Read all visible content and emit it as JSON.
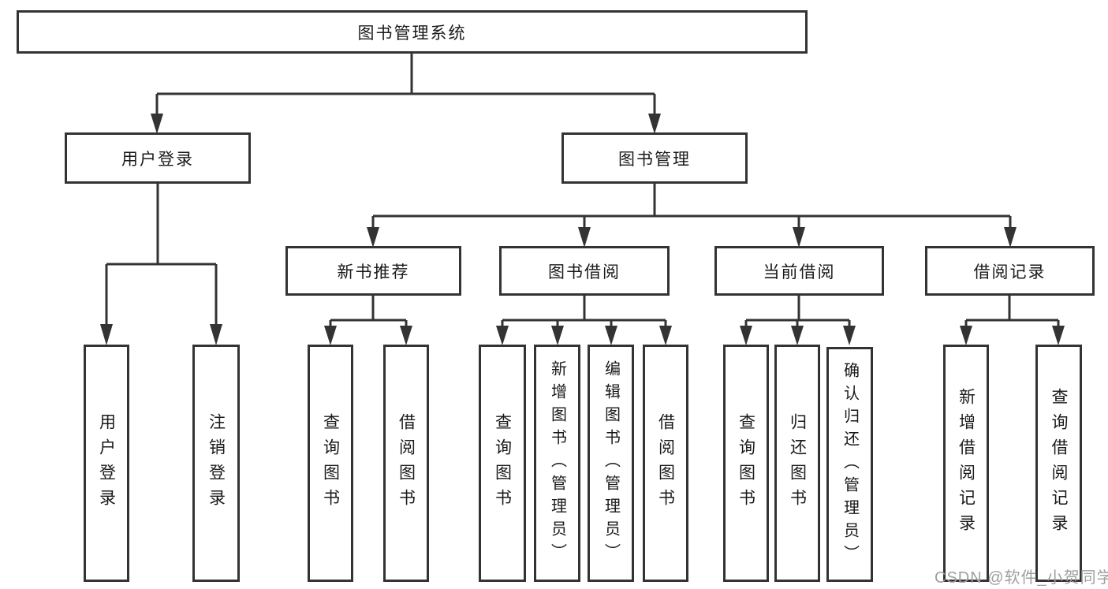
{
  "diagram": {
    "root": {
      "label": "图书管理系统"
    },
    "level2": [
      {
        "label": "用户登录",
        "children": [
          {
            "label": "用户登录"
          },
          {
            "label": "注销登录"
          }
        ]
      },
      {
        "label": "图书管理",
        "children": [
          {
            "label": "新书推荐",
            "children": [
              {
                "label": "查询图书"
              },
              {
                "label": "借阅图书"
              }
            ]
          },
          {
            "label": "图书借阅",
            "children": [
              {
                "label": "查询图书"
              },
              {
                "label": "新增图书（管理员）"
              },
              {
                "label": "编辑图书（管理员）"
              },
              {
                "label": "借阅图书"
              }
            ]
          },
          {
            "label": "当前借阅",
            "children": [
              {
                "label": "查询图书"
              },
              {
                "label": "归还图书"
              },
              {
                "label": "确认归还（管理员）"
              }
            ]
          },
          {
            "label": "借阅记录",
            "children": [
              {
                "label": "新增借阅记录"
              },
              {
                "label": "查询借阅记录"
              }
            ]
          }
        ]
      }
    ]
  },
  "watermark": {
    "text": "CSDN @软件_小贺同学"
  },
  "colors": {
    "line": "#333333",
    "box_border": "#333333",
    "text": "#1a1a1a",
    "watermark": "#9f9f9f",
    "background": "#ffffff"
  }
}
